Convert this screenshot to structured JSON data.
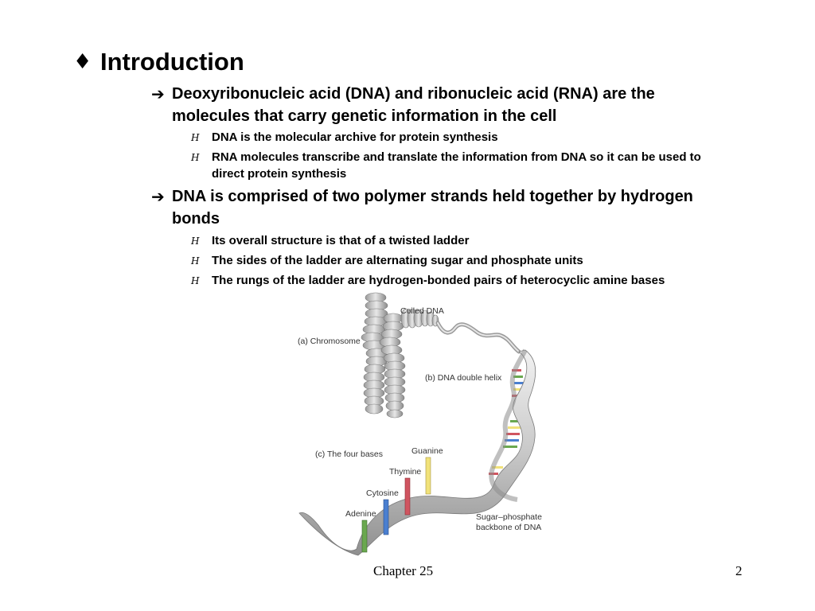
{
  "slide": {
    "title_bullet": "♦",
    "title": "Introduction",
    "points": [
      {
        "text": "Deoxyribonucleic acid (DNA) and ribonucleic acid (RNA) are the molecules that carry genetic information in the cell",
        "subpoints": [
          "DNA is the molecular archive for protein synthesis",
          "RNA molecules transcribe and translate the information from DNA so it can be used to direct protein synthesis"
        ]
      },
      {
        "text": "DNA is comprised of two polymer strands held together by hydrogen bonds",
        "subpoints": [
          "Its overall structure is that of a twisted ladder",
          "The sides of the ladder are alternating sugar and phosphate units",
          "The rungs of the ladder are hydrogen-bonded pairs of heterocyclic amine bases"
        ]
      }
    ],
    "arrow_glyph": "➔",
    "subbullet_glyph": "H"
  },
  "figure": {
    "labels": {
      "coiled_dna": "Coiled DNA",
      "chromosome": "(a) Chromosome",
      "double_helix": "(b) DNA double helix",
      "four_bases": "(c) The four bases",
      "guanine": "Guanine",
      "thymine": "Thymine",
      "cytosine": "Cytosine",
      "adenine": "Adenine",
      "backbone_line1": "Sugar–phosphate",
      "backbone_line2": "backbone of DNA"
    },
    "base_colors": {
      "adenine": "#6aa84f",
      "cytosine": "#4a7fd0",
      "thymine": "#d05560",
      "guanine": "#f1e27a"
    }
  },
  "footer": {
    "chapter": "Chapter 25",
    "page": "2"
  }
}
